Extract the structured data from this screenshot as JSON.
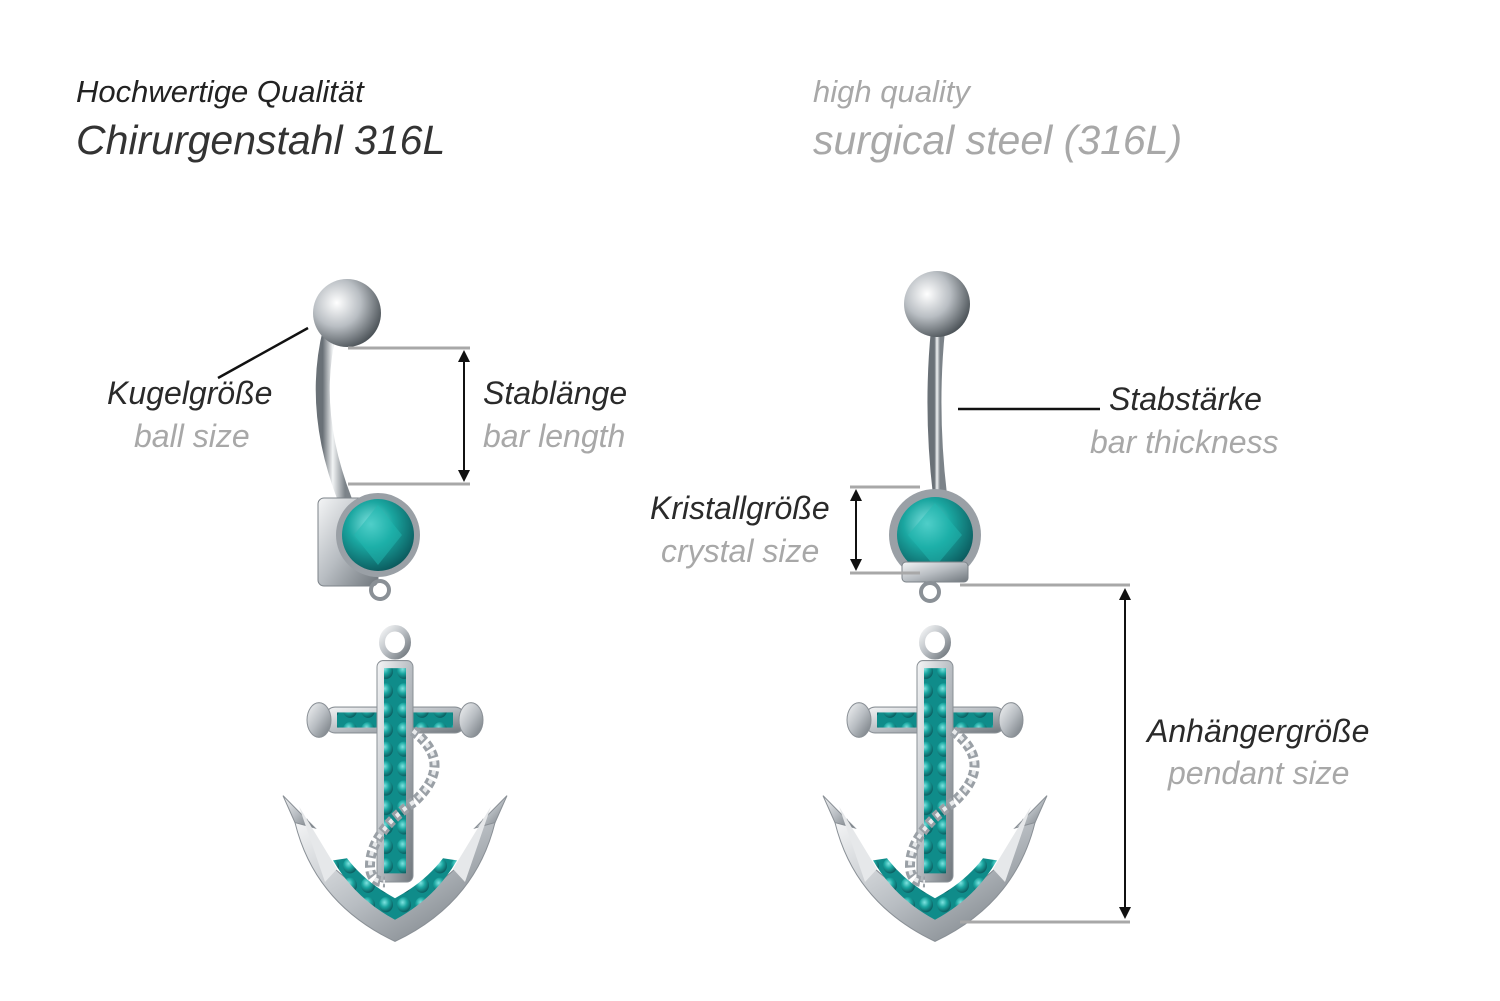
{
  "header": {
    "de_line1": "Hochwertige Qualität",
    "de_line2": "Chirurgenstahl 316L",
    "en_line1": "high quality",
    "en_line2": "surgical steel (316L)"
  },
  "labels": {
    "ball_size": {
      "de": "Kugelgröße",
      "en": "ball size"
    },
    "bar_length": {
      "de": "Stablänge",
      "en": "bar length"
    },
    "bar_thickness": {
      "de": "Stabstärke",
      "en": "bar thickness"
    },
    "crystal_size": {
      "de": "Kristallgröße",
      "en": "crystal size"
    },
    "pendant_size": {
      "de": "Anhängergröße",
      "en": "pendant size"
    }
  },
  "colors": {
    "crystal": "#1aa6a0",
    "crystal_dark": "#0c6f72",
    "steel": "#c9cdd1",
    "steel_dark": "#6f767c",
    "dimension_line": "#a8a8a8",
    "arrow": "#111111"
  }
}
